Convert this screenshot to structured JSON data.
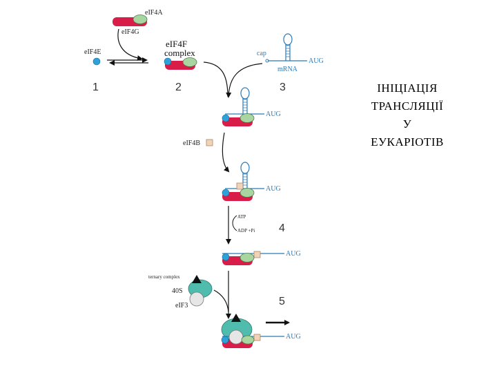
{
  "title_lines": [
    "ІНІЦІАЦІЯ",
    "ТРАНСЛЯЦІЇ",
    "У",
    "ЕУКАРІОТІВ"
  ],
  "labels": {
    "eIF4A": "eIF4A",
    "eIF4G": "eIF4G",
    "eIF4E": "eIF4E",
    "eIF4F_line1": "eIF4F",
    "eIF4F_line2": "complex",
    "cap": "cap",
    "mRNA": "mRNA",
    "AUG": "AUG",
    "eIF4B": "eIF4B",
    "ATP": "ATP",
    "ADP_Pi": "ADP  +Pi",
    "ternary_complex": "ternary complex",
    "s40": "40S",
    "eIF3": "eIF3"
  },
  "step_numbers": [
    "1",
    "2",
    "3",
    "4",
    "5"
  ],
  "colors": {
    "red": "#d81e48",
    "green": "#a8d5a0",
    "blue": "#2ea2d8",
    "teal": "#4fbcae",
    "tan": "#f1d3b8",
    "mrna": "#2a7ab8"
  }
}
